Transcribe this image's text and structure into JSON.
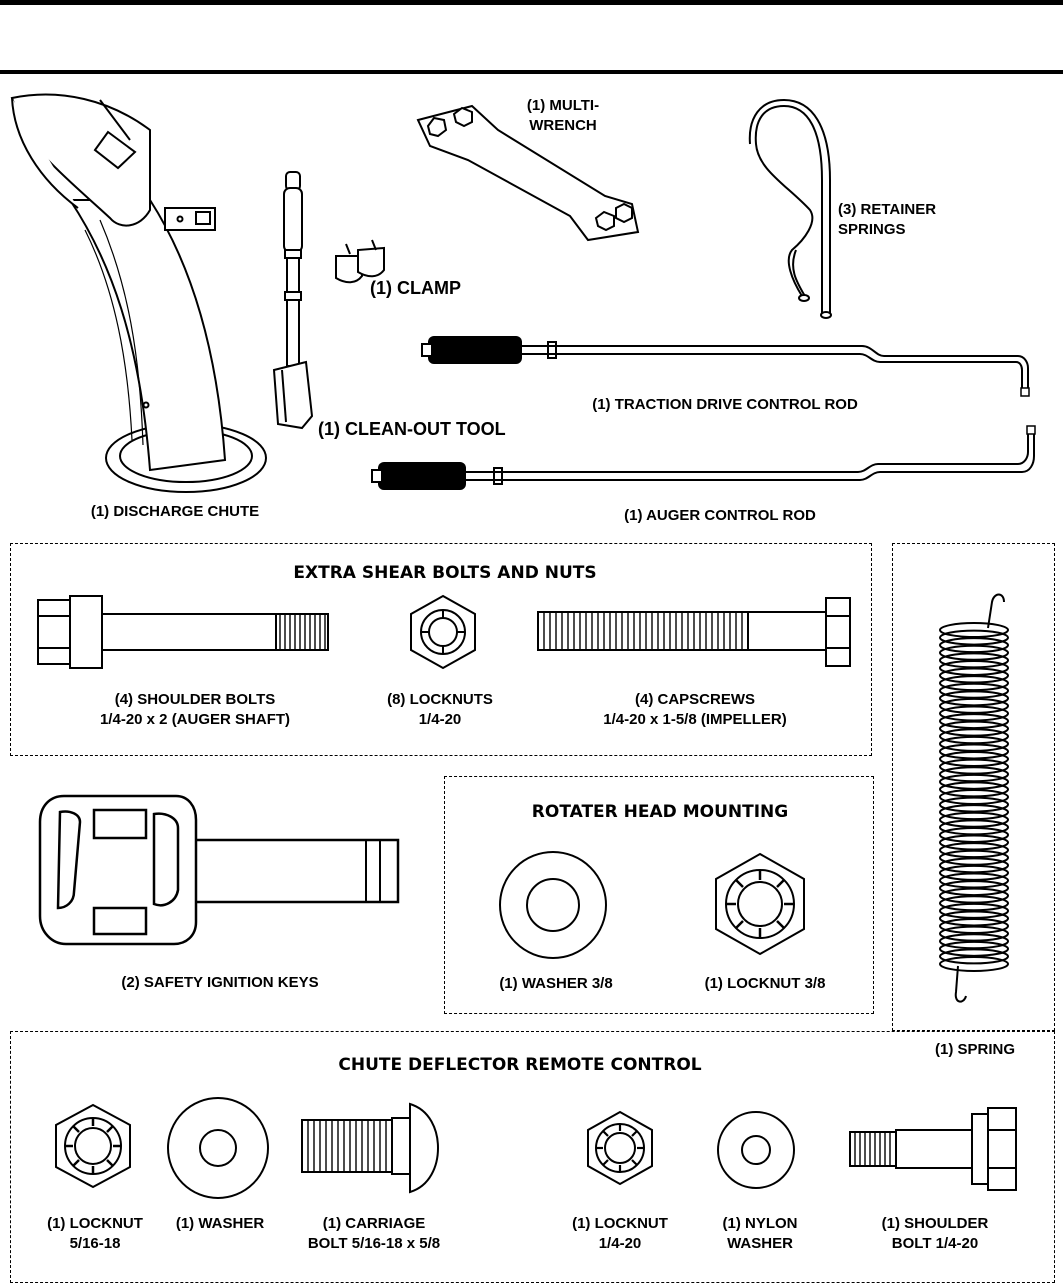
{
  "parts": {
    "discharge_chute": "(1) DISCHARGE CHUTE",
    "clamp": "(1) CLAMP",
    "clean_out_tool": "(1) CLEAN-OUT TOOL",
    "multi_wrench": {
      "line1": "(1) MULTI-",
      "line2": "WRENCH"
    },
    "retainer_springs": {
      "line1": "(3) RETAINER",
      "line2": "SPRINGS"
    },
    "traction_rod": "(1) TRACTION DRIVE CONTROL ROD",
    "auger_rod": "(1) AUGER CONTROL ROD",
    "spring": "(1) SPRING",
    "ignition_keys": "(2) SAFETY IGNITION KEYS"
  },
  "shear_section": {
    "title": "EXTRA SHEAR BOLTS AND NUTS",
    "shoulder_bolts": {
      "line1": "(4) SHOULDER BOLTS",
      "line2": "1/4-20 x 2 (AUGER SHAFT)"
    },
    "locknuts": {
      "line1": "(8) LOCKNUTS",
      "line2": "1/4-20"
    },
    "capscrews": {
      "line1": "(4) CAPSCREWS",
      "line2": "1/4-20 x 1-5/8 (IMPELLER)"
    }
  },
  "rotater_section": {
    "title": "ROTATER HEAD MOUNTING",
    "washer": "(1) WASHER  3/8",
    "locknut": "(1) LOCKNUT  3/8"
  },
  "chute_section": {
    "title": "CHUTE DEFLECTOR REMOTE CONTROL",
    "locknut_a": {
      "line1": "(1) LOCKNUT",
      "line2": "5/16-18"
    },
    "washer_a": "(1) WASHER",
    "carriage_bolt": {
      "line1": "(1) CARRIAGE",
      "line2": "BOLT  5/16-18 x 5/8"
    },
    "locknut_b": {
      "line1": "(1) LOCKNUT",
      "line2": "1/4-20"
    },
    "nylon_washer": {
      "line1": "(1) NYLON",
      "line2": "WASHER"
    },
    "shoulder_bolt": {
      "line1": "(1) SHOULDER",
      "line2": "BOLT  1/4-20"
    }
  }
}
